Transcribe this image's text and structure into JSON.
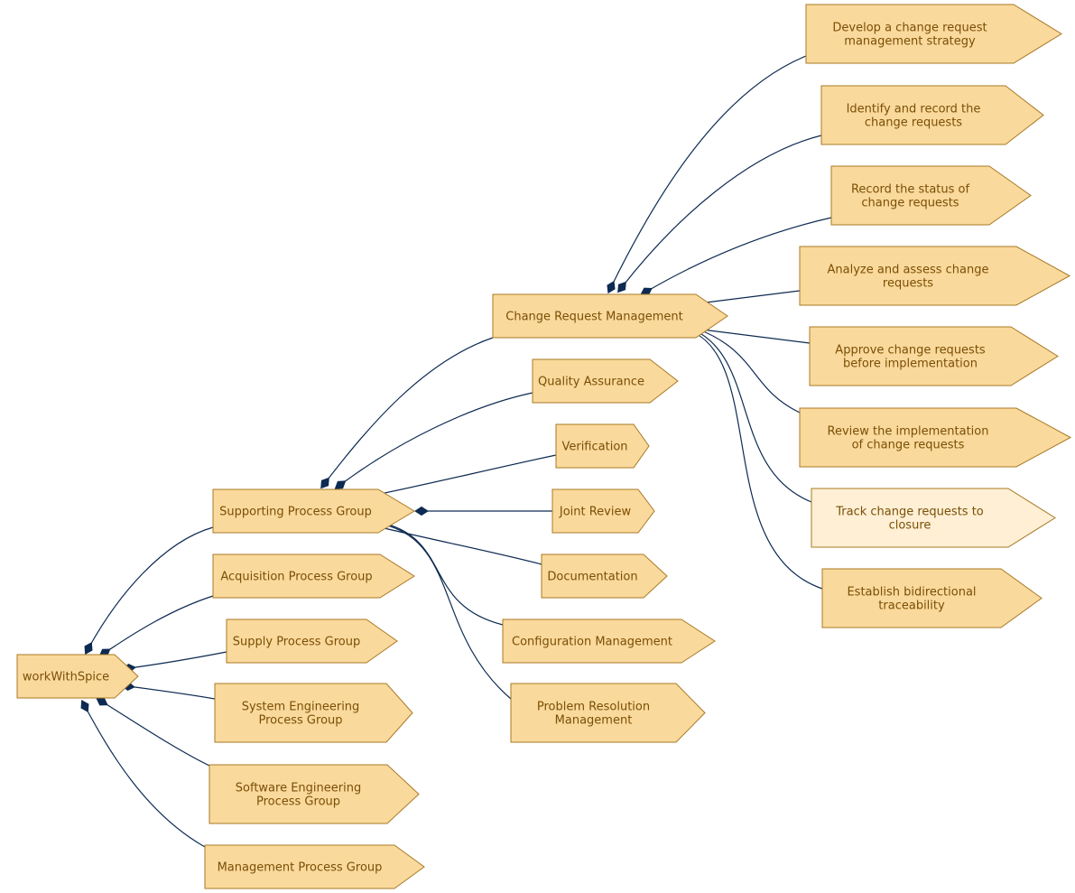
{
  "colors": {
    "node_fill": "#fad99c",
    "node_fill_highlight": "#ffefd4",
    "node_stroke": "#a87a25",
    "text": "#7a4f05",
    "edge": "#0d2a52",
    "background": "#ffffff"
  },
  "nodes": [
    {
      "id": "root",
      "lines": [
        "workWithSpice"
      ]
    },
    {
      "id": "supporting",
      "lines": [
        "Supporting Process Group"
      ]
    },
    {
      "id": "acquisition",
      "lines": [
        "Acquisition Process Group"
      ]
    },
    {
      "id": "supply",
      "lines": [
        "Supply Process Group"
      ]
    },
    {
      "id": "syseng",
      "lines": [
        "System Engineering",
        "Process Group"
      ]
    },
    {
      "id": "sweng",
      "lines": [
        "Software Engineering",
        "Process Group"
      ]
    },
    {
      "id": "mgmt",
      "lines": [
        "Management Process Group"
      ]
    },
    {
      "id": "crm",
      "lines": [
        "Change Request Management"
      ]
    },
    {
      "id": "qa",
      "lines": [
        "Quality Assurance"
      ]
    },
    {
      "id": "verification",
      "lines": [
        "Verification"
      ]
    },
    {
      "id": "joint",
      "lines": [
        "Joint Review"
      ]
    },
    {
      "id": "doc",
      "lines": [
        "Documentation"
      ]
    },
    {
      "id": "cfg",
      "lines": [
        "Configuration Management"
      ]
    },
    {
      "id": "prm",
      "lines": [
        "Problem Resolution",
        "Management"
      ]
    },
    {
      "id": "t1",
      "lines": [
        "Develop a change request",
        "management strategy"
      ]
    },
    {
      "id": "t2",
      "lines": [
        "Identify and record the",
        "change requests"
      ]
    },
    {
      "id": "t3",
      "lines": [
        "Record the status of",
        "change requests"
      ]
    },
    {
      "id": "t4",
      "lines": [
        "Analyze and assess change",
        "requests"
      ]
    },
    {
      "id": "t5",
      "lines": [
        "Approve change requests",
        "before implementation"
      ]
    },
    {
      "id": "t6",
      "lines": [
        "Review the implementation",
        "of change requests"
      ]
    },
    {
      "id": "t7",
      "lines": [
        "Track change requests to",
        "closure"
      ],
      "highlight": true
    },
    {
      "id": "t8",
      "lines": [
        "Establish bidirectional",
        "traceability"
      ]
    }
  ],
  "edges": [
    {
      "from": "root",
      "to": "supporting"
    },
    {
      "from": "root",
      "to": "acquisition"
    },
    {
      "from": "root",
      "to": "supply"
    },
    {
      "from": "root",
      "to": "syseng"
    },
    {
      "from": "root",
      "to": "sweng"
    },
    {
      "from": "root",
      "to": "mgmt"
    },
    {
      "from": "supporting",
      "to": "crm"
    },
    {
      "from": "supporting",
      "to": "qa"
    },
    {
      "from": "supporting",
      "to": "verification"
    },
    {
      "from": "supporting",
      "to": "joint"
    },
    {
      "from": "supporting",
      "to": "doc"
    },
    {
      "from": "supporting",
      "to": "cfg"
    },
    {
      "from": "supporting",
      "to": "prm"
    },
    {
      "from": "crm",
      "to": "t1"
    },
    {
      "from": "crm",
      "to": "t2"
    },
    {
      "from": "crm",
      "to": "t3"
    },
    {
      "from": "crm",
      "to": "t4"
    },
    {
      "from": "crm",
      "to": "t5"
    },
    {
      "from": "crm",
      "to": "t6"
    },
    {
      "from": "crm",
      "to": "t7"
    },
    {
      "from": "crm",
      "to": "t8"
    }
  ]
}
